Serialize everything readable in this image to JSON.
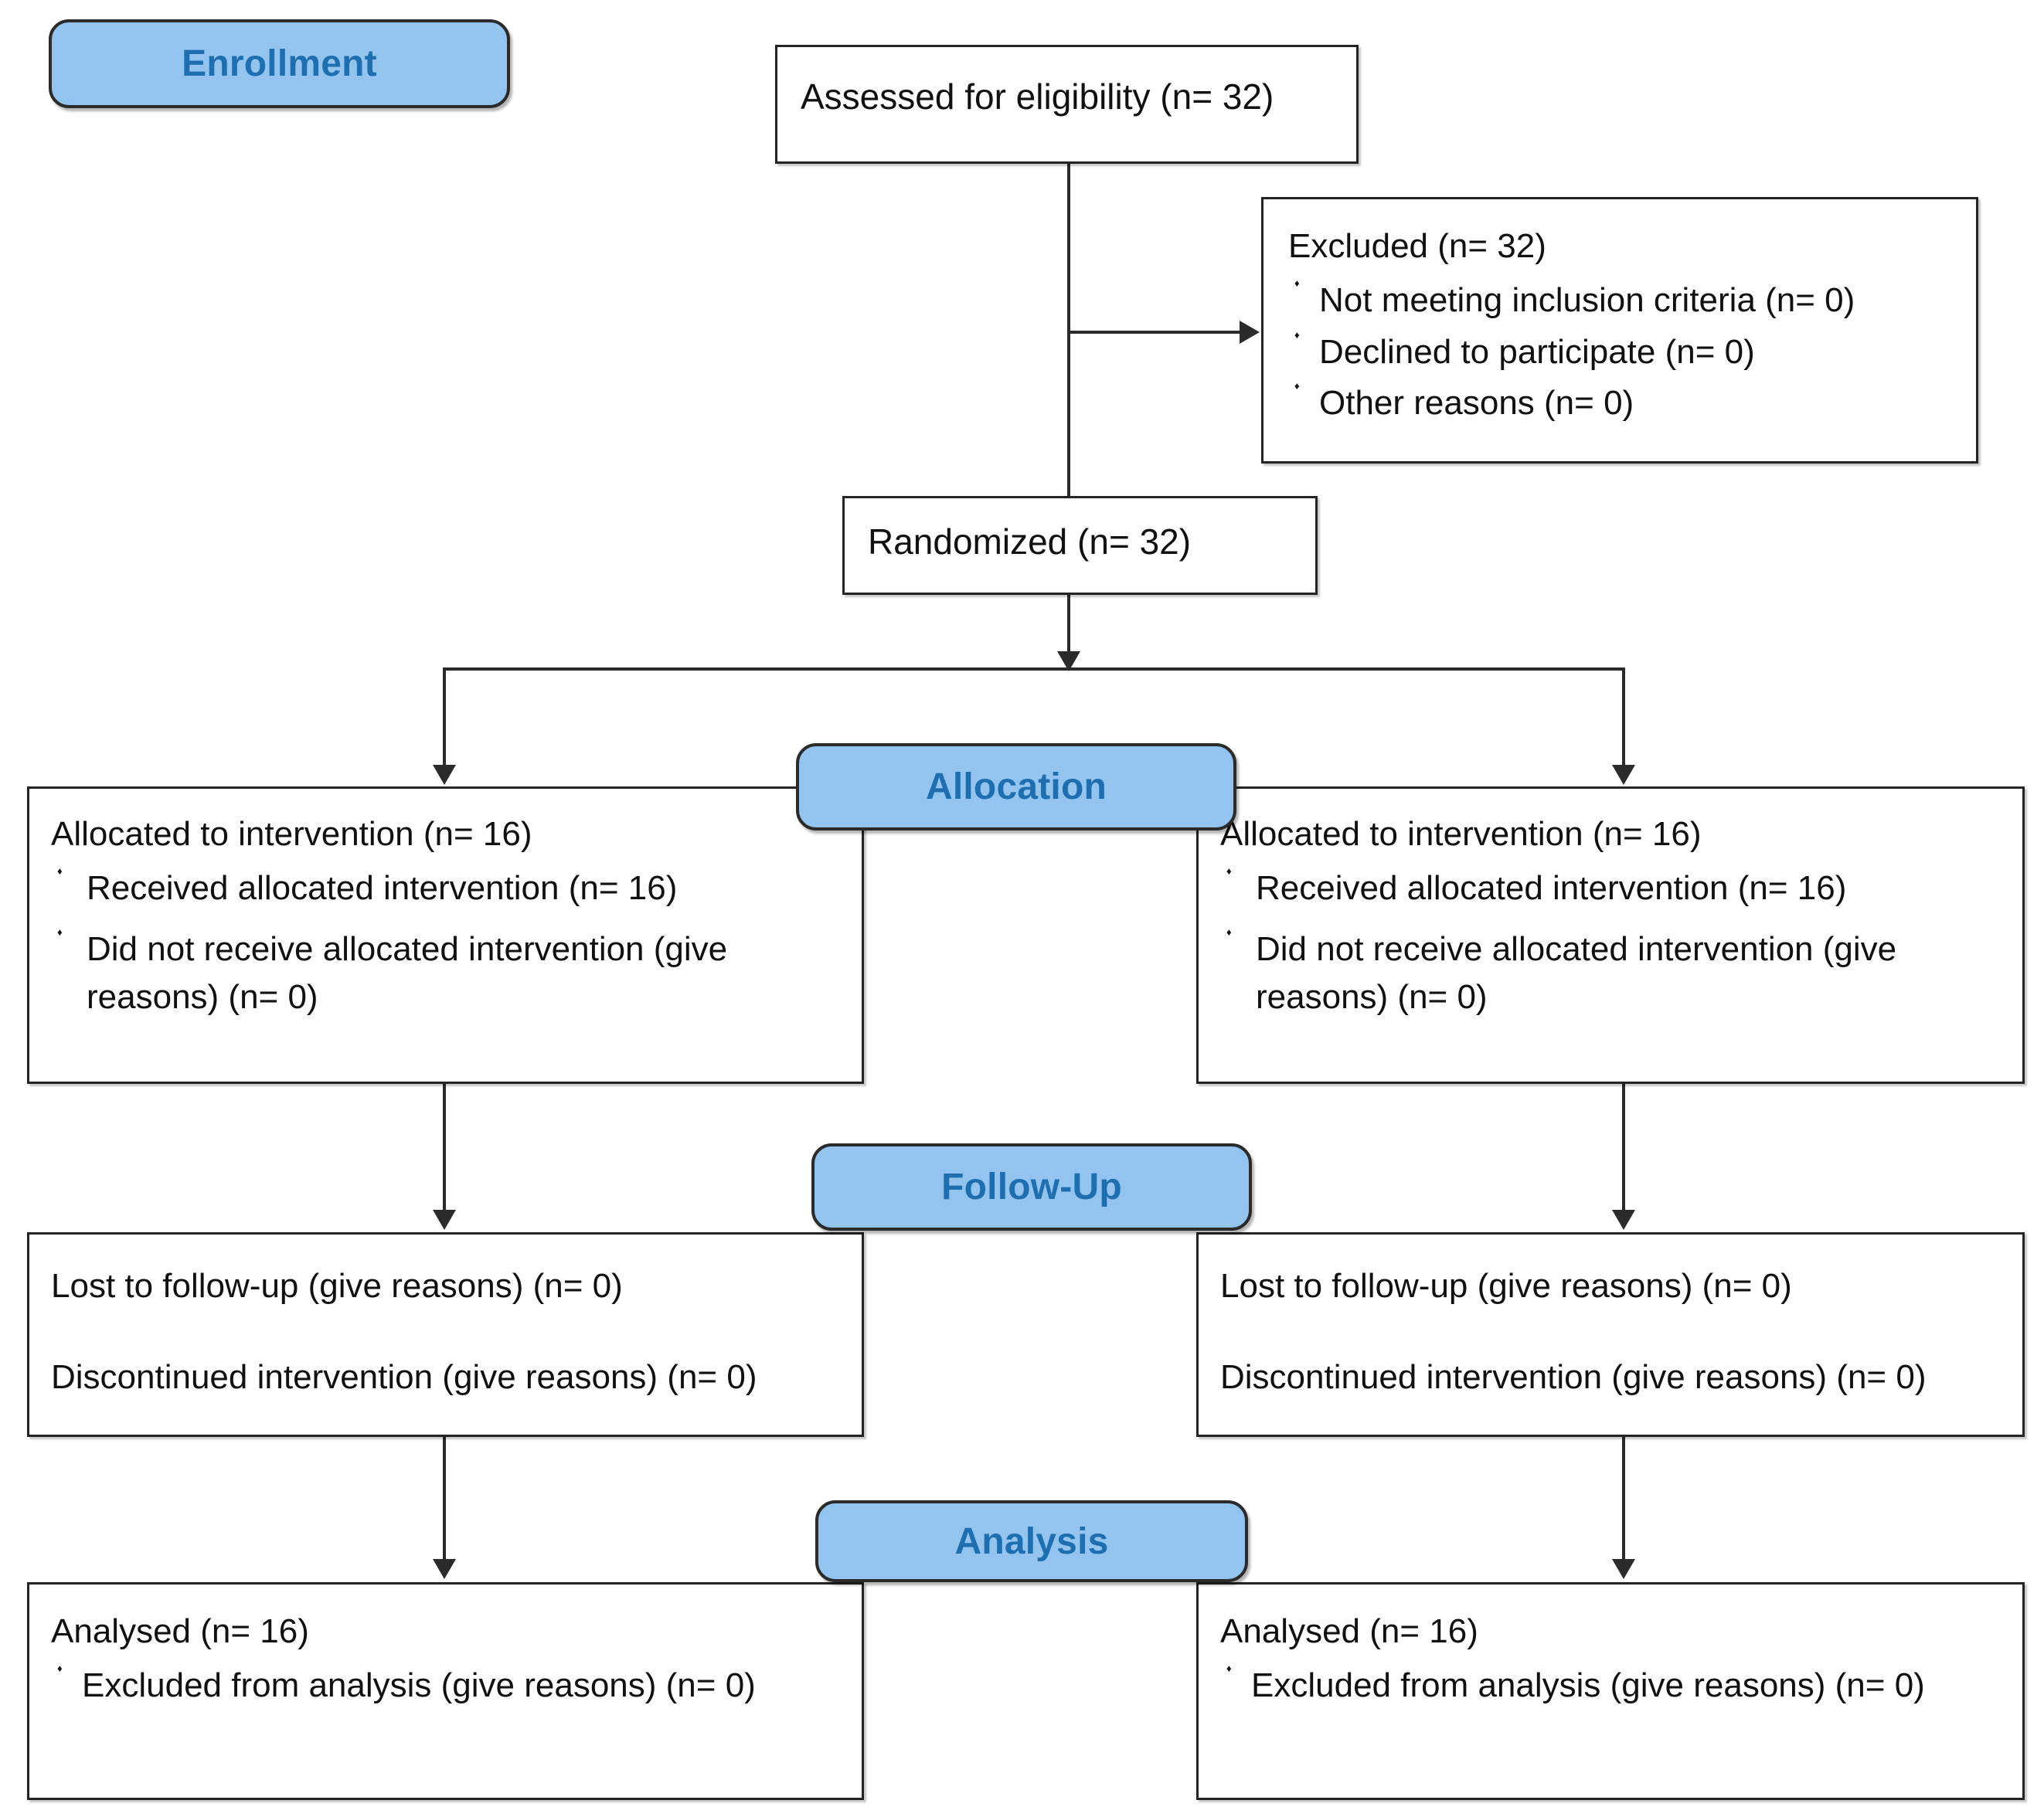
{
  "diagram": {
    "title": "CONSORT participant flow diagram",
    "colors": {
      "badge_fill": "#93C4F0",
      "badge_text": "#1F6FB0",
      "box_border": "#242424",
      "box_fill": "#FFFFFF",
      "text": "#111111",
      "connector": "#2B2B2B"
    },
    "bullet_glyph": "♦"
  },
  "stages": {
    "enrollment": "Enrollment",
    "allocation": "Allocation",
    "followup": "Follow-Up",
    "analysis": "Analysis"
  },
  "enrollment": {
    "assessed": "Assessed for eligibility (n= 32)",
    "excluded_heading": "Excluded (n= 32)",
    "excluded_reasons": [
      "Not meeting inclusion criteria (n= 0)",
      "Declined to participate (n= 0)",
      "Other reasons (n= 0)"
    ],
    "randomized": "Randomized (n= 32)"
  },
  "allocation": {
    "left": {
      "heading": "Allocated to intervention (n= 16)",
      "bullets": [
        "Received allocated intervention (n= 16)",
        "Did not receive allocated intervention (give reasons) (n= 0)"
      ]
    },
    "right": {
      "heading": "Allocated to intervention (n= 16)",
      "bullets": [
        "Received allocated intervention (n= 16)",
        "Did not receive allocated intervention (give reasons) (n= 0)"
      ]
    }
  },
  "followup": {
    "left": {
      "line1": "Lost to follow-up (give reasons) (n= 0)",
      "line2": "Discontinued intervention (give reasons) (n= 0)"
    },
    "right": {
      "line1": "Lost to follow-up (give reasons) (n= 0)",
      "line2": "Discontinued intervention (give reasons) (n= 0)"
    }
  },
  "analysis": {
    "left": {
      "heading": "Analysed (n= 16)",
      "bullets": [
        "Excluded from analysis (give reasons) (n= 0)"
      ]
    },
    "right": {
      "heading": "Analysed (n= 16)",
      "bullets": [
        "Excluded from analysis (give reasons) (n= 0)"
      ]
    }
  }
}
